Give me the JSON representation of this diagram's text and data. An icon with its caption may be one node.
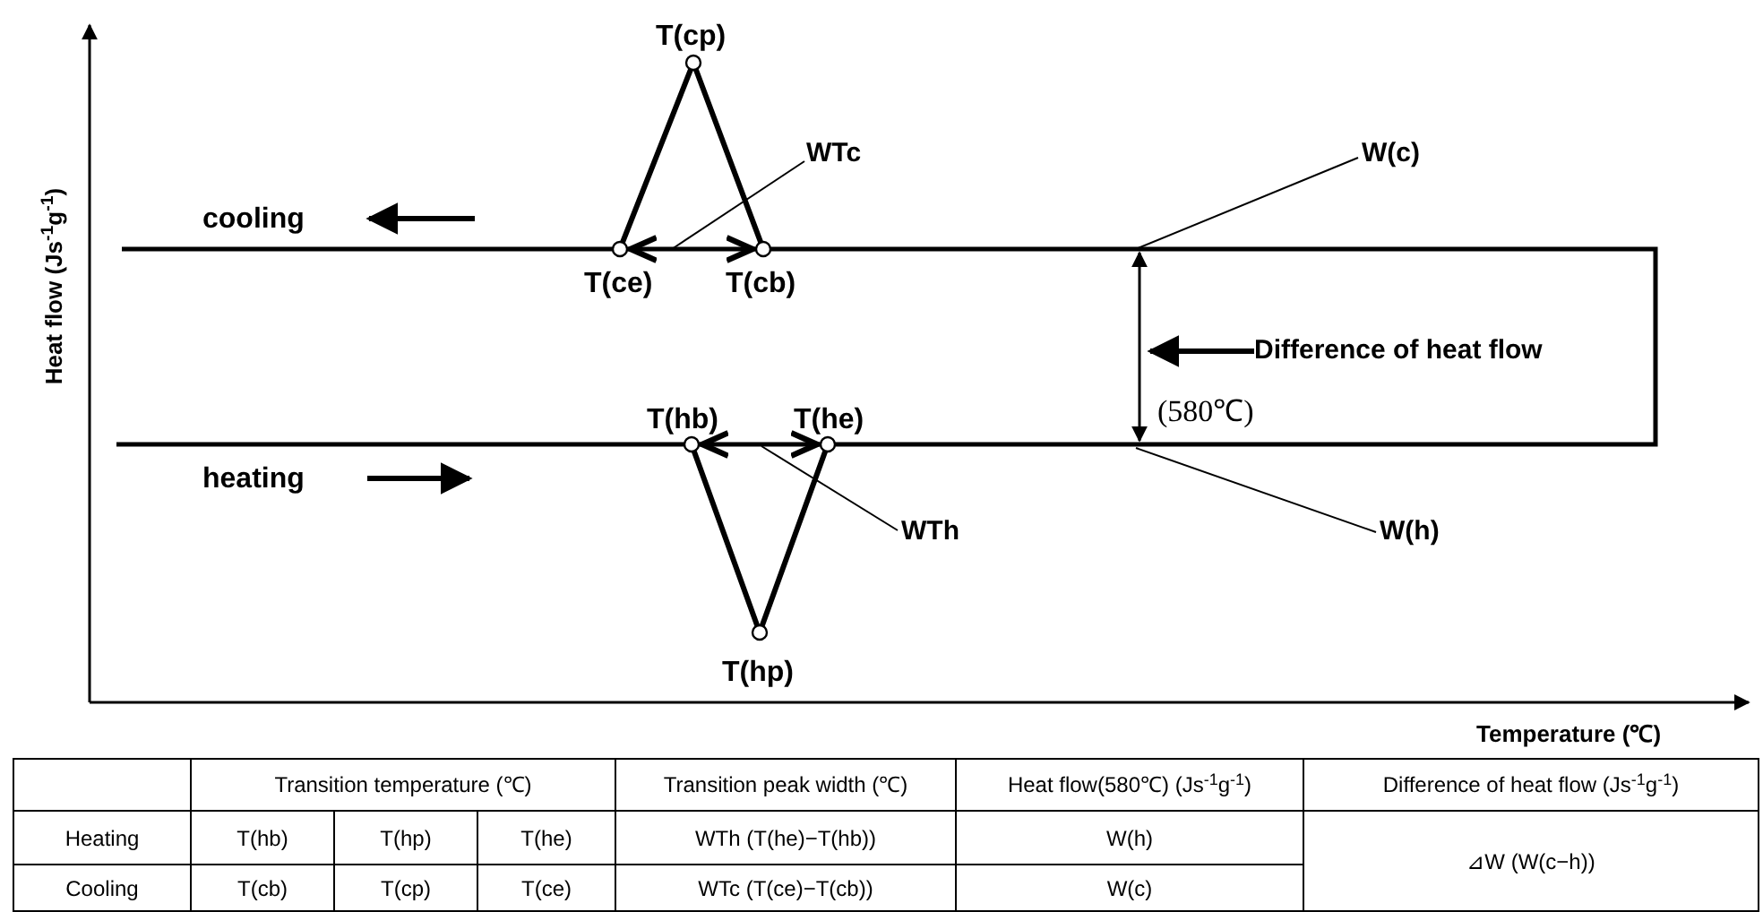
{
  "diagram": {
    "nodes": [
      {
        "text": [
          "WTc"
        ]
      },
      {
        "text": [
          "W(c)"
        ]
      },
      {
        "text": [
          "Difference of heat flow"
        ]
      },
      {
        "text": [
          "WTh"
        ]
      },
      {
        "text": [
          "W(h)"
        ]
      }
    ],
    "edges": [
      {
        "from": 0,
        "to": null,
        "arrow": "none"
      },
      {
        "from": 1,
        "to": null,
        "arrow": "none"
      },
      {
        "from": 2,
        "to": null,
        "arrow": "to",
        "style": "thick"
      },
      {
        "from": 3,
        "to": null,
        "arrow": "none"
      },
      {
        "from": 4,
        "to": null,
        "arrow": "none"
      }
    ],
    "labels": [
      "T(cp)",
      "cooling",
      "T(ce)",
      "T(cb)",
      "T(hb)",
      "T(he)",
      "heating",
      "(580℃)",
      "T(hp)",
      "Heat flow (Js$^{-1}$g$^{-1}$)",
      "Temperature (℃)",
      "Transition temperature (℃)",
      "Transition peak width (℃)",
      "Heat flow(580℃) (Js$^{-1}$g$^{-1}$)",
      "Difference of heat flow (Js$^{-1}$g$^{-1}$)",
      "Heating",
      "T(hb)",
      "T(hp)",
      "T(he)",
      "WTh (T(he)−T(hb))",
      "W(h)",
      "⊿W (W(c−h))",
      "Cooling",
      "T(cb)",
      "T(cp)",
      "T(ce)",
      "WTc (T(ce)−T(cb))",
      "W(c)"
    ]
  }
}
